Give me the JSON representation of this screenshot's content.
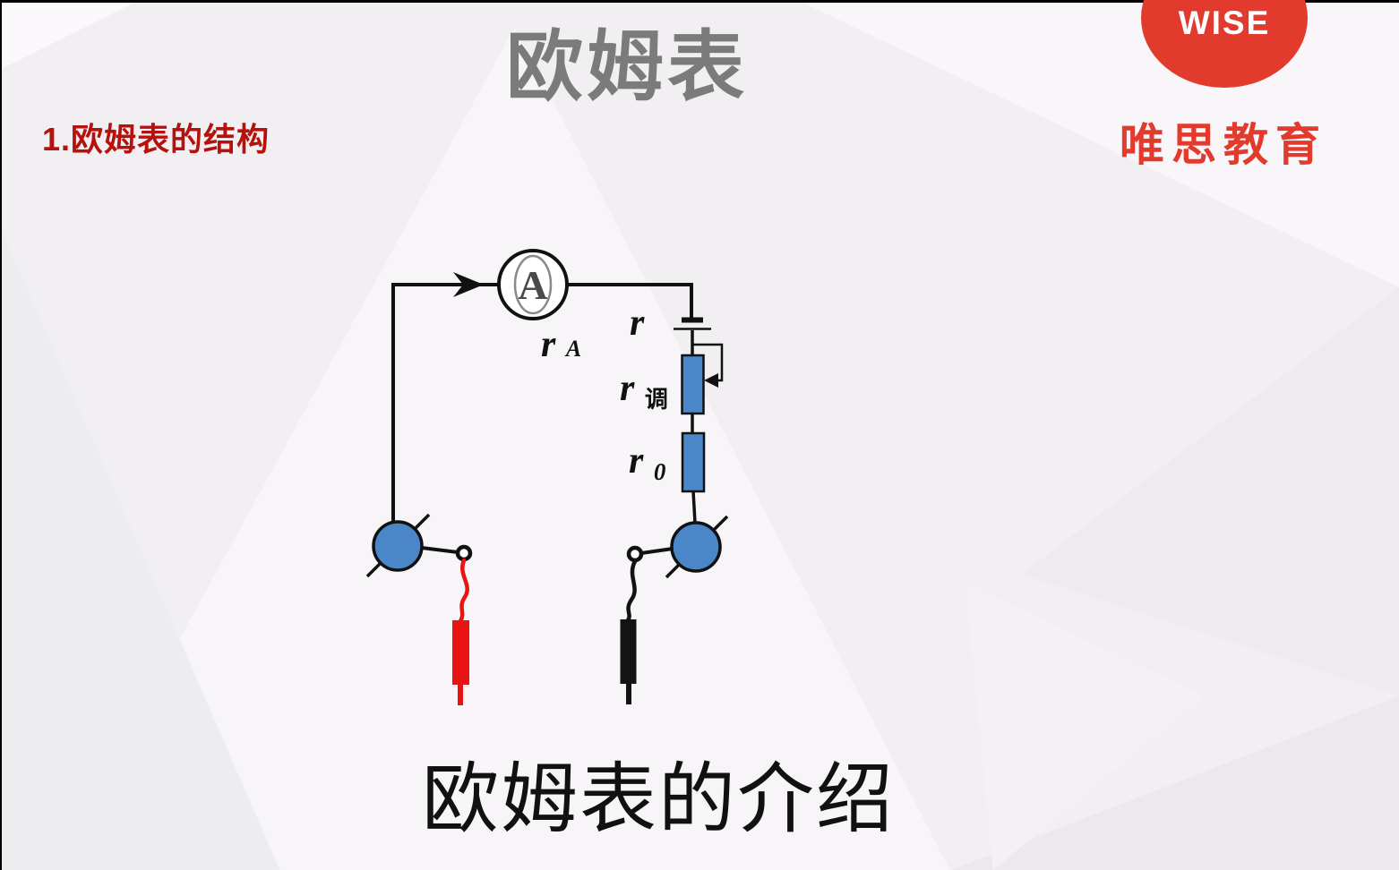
{
  "page": {
    "title": "欧姆表",
    "section_heading": "1.欧姆表的结构",
    "caption": "欧姆表的介绍"
  },
  "brand": {
    "logo_text": "WISE",
    "name": "唯思教育",
    "brand_red": "#e23b2e"
  },
  "circuit": {
    "ammeter_symbol": "A",
    "labels": {
      "ammeter_resistance": {
        "main": "r",
        "sub": "A"
      },
      "battery_resistance": {
        "main": "r"
      },
      "adjustable_resistor": {
        "main": "r",
        "sub": "调"
      },
      "fixed_resistor": {
        "main": "r",
        "sub": "0"
      }
    },
    "colors": {
      "component_blue": "#4a86c8",
      "probe_red": "#e81313",
      "probe_black": "#131313",
      "wire_black": "#111111"
    }
  },
  "theme": {
    "background": "#f1eff1",
    "title_gray": "#7b7b7b",
    "heading_red": "#b5120d",
    "text_black": "#111111"
  }
}
